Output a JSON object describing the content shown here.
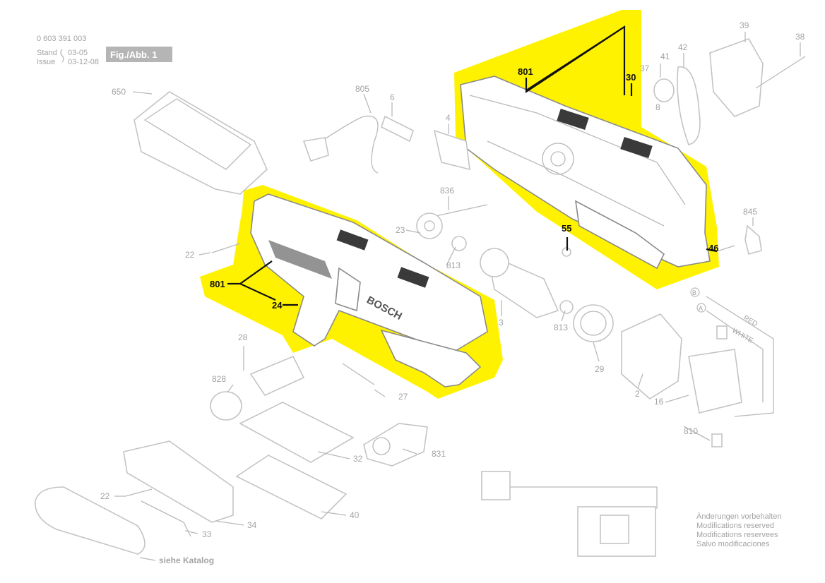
{
  "header": {
    "doc_number": "0 603 391 003",
    "stand_label": "Stand",
    "stand_value": "03-05",
    "issue_label": "Issue",
    "issue_value": "03-12-08",
    "figure_label": "Fig./Abb. 1"
  },
  "brand_on_housing": "BOSCH",
  "parts": {
    "p650": "650",
    "p805": "805",
    "p6": "6",
    "p4": "4",
    "p836": "836",
    "p801_top": "801",
    "p30": "30",
    "p37": "37",
    "p8": "8",
    "p41": "41",
    "p42": "42",
    "p39": "39",
    "p38": "38",
    "p845": "845",
    "p55": "55",
    "p46": "46",
    "p22_top": "22",
    "p23": "23",
    "p813_a": "813",
    "p801_left": "801",
    "p24": "24",
    "p3": "3",
    "p813_b": "813",
    "p29": "29",
    "p2": "2",
    "p16": "16",
    "p810": "810",
    "p28": "28",
    "p828": "828",
    "p27": "27",
    "p831": "831",
    "p32": "32",
    "p22_bottom": "22",
    "p33": "33",
    "p34": "34",
    "p40": "40",
    "catalog": "siehe Katalog"
  },
  "wire_labels": {
    "red": "RED",
    "white": "WHITE",
    "circle_b": "B",
    "circle_a": "A"
  },
  "notice": [
    "Änderungen vorbehalten",
    "Modifications reserved",
    "Modifications reservees",
    "Salvo modificaciones"
  ],
  "colors": {
    "highlight": "#fff200",
    "faint_line": "#b9b9b9",
    "dark_label": "#111111"
  }
}
